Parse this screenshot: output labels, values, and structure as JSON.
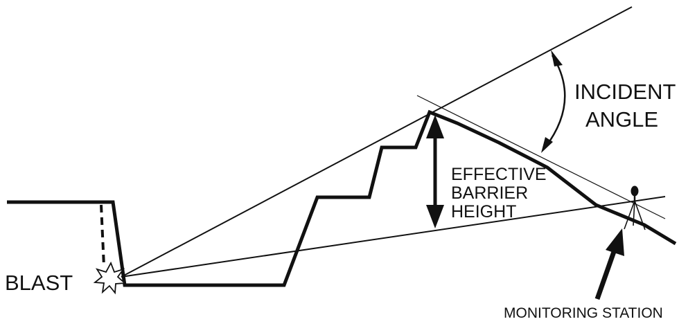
{
  "labels": {
    "blast": "BLAST",
    "incident_angle_line1": "INCIDENT",
    "incident_angle_line2": "ANGLE",
    "barrier_line1": "EFFECTIVE",
    "barrier_line2": "BARRIER",
    "barrier_line3": "HEIGHT",
    "monitoring_station": "MONITORING STATION"
  },
  "colors": {
    "ink": "#111111",
    "background": "#ffffff"
  },
  "icons": [
    "blast-star-icon",
    "monitoring-station-tripod-icon"
  ]
}
